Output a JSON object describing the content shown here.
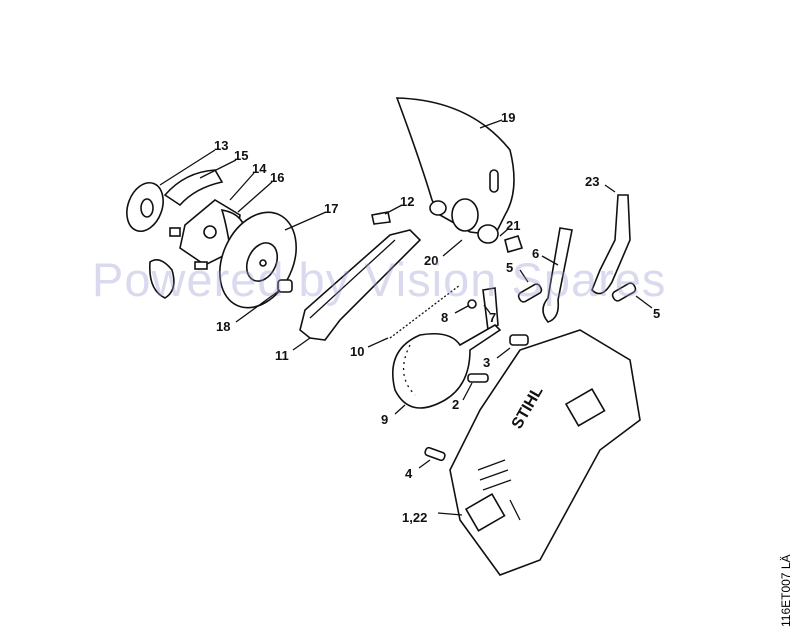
{
  "diagram": {
    "watermark": "Powered by Vision Spares",
    "drawing_code": "116ET007 LÄ",
    "brand_on_cover": "STIHL",
    "callouts": [
      "13",
      "15",
      "14",
      "16",
      "17",
      "12",
      "19",
      "23",
      "21",
      "6",
      "20",
      "5",
      "5",
      "18",
      "8",
      "7",
      "11",
      "10",
      "3",
      "9",
      "2",
      "4",
      "1,22"
    ]
  }
}
